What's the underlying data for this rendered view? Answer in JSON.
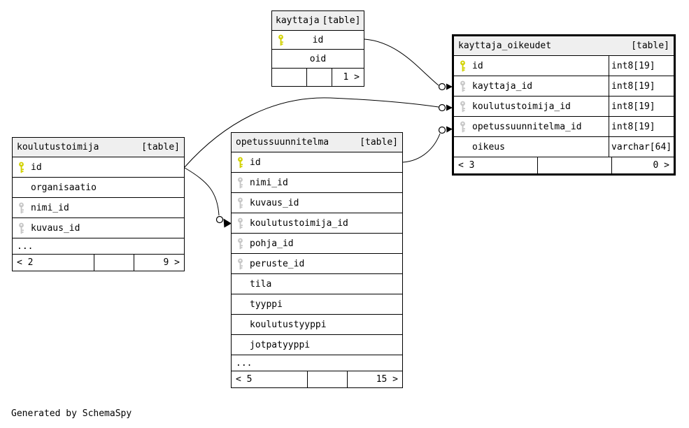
{
  "diagram": {
    "generator_note": "Generated by SchemaSpy",
    "colors": {
      "primary_key": "#d2d200",
      "foreign_key": "#c6c6c6",
      "header_bg": "#efefef",
      "border": "#000000",
      "background": "#ffffff"
    },
    "tables": [
      {
        "name": "kayttaja",
        "tag": "[table]",
        "columns": [
          {
            "name": "id",
            "key": "pk",
            "type": ""
          },
          {
            "name": "oid",
            "key": "",
            "type": ""
          }
        ],
        "ellipsis": "",
        "footer": {
          "left": "",
          "mid": "",
          "right": "1 >"
        }
      },
      {
        "name": "kayttaja_oikeudet",
        "tag": "[table]",
        "columns": [
          {
            "name": "id",
            "key": "pk",
            "type": "int8[19]"
          },
          {
            "name": "kayttaja_id",
            "key": "fk",
            "type": "int8[19]"
          },
          {
            "name": "koulutustoimija_id",
            "key": "fk",
            "type": "int8[19]"
          },
          {
            "name": "opetussuunnitelma_id",
            "key": "fk",
            "type": "int8[19]"
          },
          {
            "name": "oikeus",
            "key": "",
            "type": "varchar[64]"
          }
        ],
        "ellipsis": "",
        "footer": {
          "left": "< 3",
          "mid": "",
          "right": "0 >"
        }
      },
      {
        "name": "koulutustoimija",
        "tag": "[table]",
        "columns": [
          {
            "name": "id",
            "key": "pk",
            "type": ""
          },
          {
            "name": "organisaatio",
            "key": "",
            "type": ""
          },
          {
            "name": "nimi_id",
            "key": "fk",
            "type": ""
          },
          {
            "name": "kuvaus_id",
            "key": "fk",
            "type": ""
          }
        ],
        "ellipsis": "...",
        "footer": {
          "left": "< 2",
          "mid": "",
          "right": "9 >"
        }
      },
      {
        "name": "opetussuunnitelma",
        "tag": "[table]",
        "columns": [
          {
            "name": "id",
            "key": "pk",
            "type": ""
          },
          {
            "name": "nimi_id",
            "key": "fk",
            "type": ""
          },
          {
            "name": "kuvaus_id",
            "key": "fk",
            "type": ""
          },
          {
            "name": "koulutustoimija_id",
            "key": "fk",
            "type": ""
          },
          {
            "name": "pohja_id",
            "key": "fk",
            "type": ""
          },
          {
            "name": "peruste_id",
            "key": "fk",
            "type": ""
          },
          {
            "name": "tila",
            "key": "",
            "type": ""
          },
          {
            "name": "tyyppi",
            "key": "",
            "type": ""
          },
          {
            "name": "koulutustyyppi",
            "key": "",
            "type": ""
          },
          {
            "name": "jotpatyyppi",
            "key": "",
            "type": ""
          }
        ],
        "ellipsis": "...",
        "footer": {
          "left": "< 5",
          "mid": "",
          "right": "15 >"
        }
      }
    ],
    "relationships": [
      {
        "from": "kayttaja.id",
        "to": "kayttaja_oikeudet.kayttaja_id"
      },
      {
        "from": "koulutustoimija.id",
        "to": "kayttaja_oikeudet.koulutustoimija_id"
      },
      {
        "from": "opetussuunnitelma.id",
        "to": "kayttaja_oikeudet.opetussuunnitelma_id"
      },
      {
        "from": "koulutustoimija.id",
        "to": "opetussuunnitelma.koulutustoimija_id"
      }
    ]
  }
}
